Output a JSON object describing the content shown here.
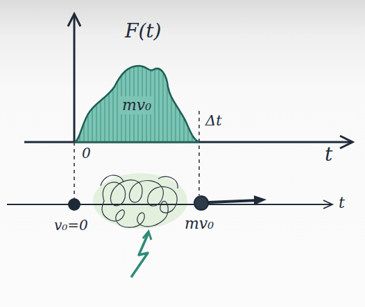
{
  "diagram": {
    "nodes": [
      {
        "text": [
          "mv₀"
        ]
      }
    ],
    "labels": [
      "F(t)",
      "0",
      "Δt",
      "t",
      "v₀=0",
      "mv₀",
      "t"
    ]
  }
}
